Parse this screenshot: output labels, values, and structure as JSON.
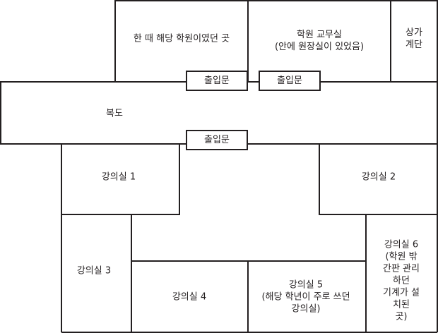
{
  "rooms": {
    "former_academy": "한 때 해당 학원이였던 곳",
    "academy_office": "학원 교무실\n(안에 원장실이 있었음)",
    "stairs": "상가 계단",
    "corridor": "복도",
    "classroom_1": "강의실 1",
    "classroom_2": "강의실 2",
    "classroom_3": "강의실 3",
    "classroom_4": "강의실 4",
    "classroom_5": "강의실 5\n(해당 학년이 주로 쓰던\n강의실)",
    "classroom_6": "강의실 6\n(학원 밖\n간판 관리하던\n기계가 설치된\n곳)"
  },
  "doors": {
    "door_1": "출입문",
    "door_2": "출입문",
    "door_3": "출입문"
  },
  "colors": {
    "line": "#231f20",
    "background": "#ffffff"
  }
}
